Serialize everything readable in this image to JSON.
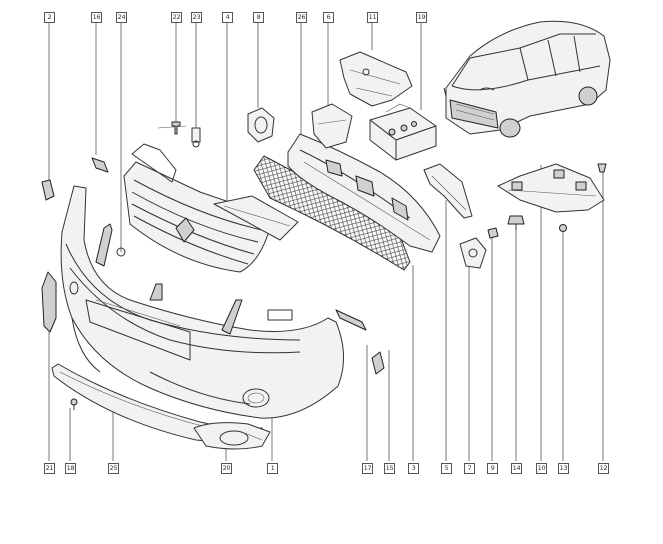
{
  "diagram": {
    "top_callouts": [
      "2",
      "16",
      "24",
      "22",
      "23",
      "4",
      "8",
      "26",
      "6",
      "11",
      "19"
    ],
    "bottom_callouts": [
      "21",
      "18",
      "25",
      "20",
      "1",
      "17",
      "15",
      "3",
      "5",
      "7",
      "9",
      "14",
      "10",
      "13",
      "12"
    ]
  },
  "colors": {
    "line": "#333333",
    "paper": "#ffffff",
    "shade": "#f2f2f2"
  }
}
